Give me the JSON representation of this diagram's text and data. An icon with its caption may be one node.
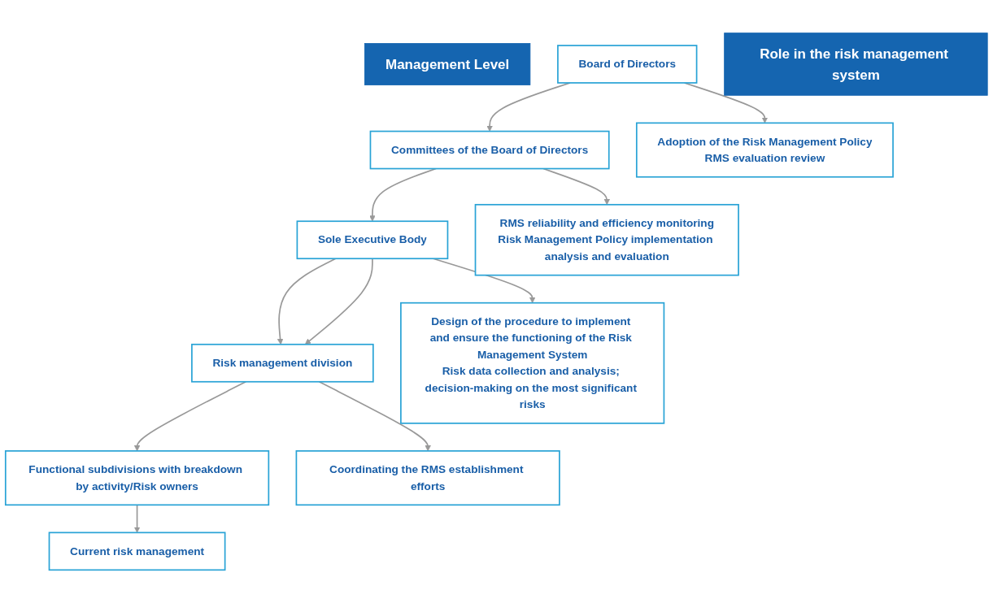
{
  "diagram": {
    "nodes": [
      {
        "text": [
          "Management Level"
        ]
      },
      {
        "text": [
          "Role in the risk management system"
        ]
      },
      {
        "text": [
          "Board of Directors"
        ]
      },
      {
        "text": [
          "Adoption of the Risk Management Policy",
          "RMS evaluation review"
        ]
      },
      {
        "text": [
          "Committees of the Board of Directors"
        ]
      },
      {
        "text": [
          "RMS reliability and efficiency monitoring",
          "Risk Management Policy implementation analysis and evaluation"
        ]
      },
      {
        "text": [
          "Sole Executive Body"
        ]
      },
      {
        "text": [
          "Design of the procedure to implement and ensure the functioning of the Risk Management System",
          "Risk data collection and analysis; decision-making on the most significant risks"
        ]
      },
      {
        "text": [
          "Risk management division"
        ]
      },
      {
        "text": [
          "Coordinating the RMS establishment efforts"
        ]
      },
      {
        "text": [
          "Functional subdivisions with breakdown by activity/Risk owners"
        ]
      },
      {
        "text": [
          "Current risk management"
        ]
      }
    ],
    "edges": [
      {
        "from": 2,
        "to": 3,
        "arrow": "to"
      },
      {
        "from": 2,
        "to": 4,
        "arrow": "to"
      },
      {
        "from": 4,
        "to": 5,
        "arrow": "to"
      },
      {
        "from": 4,
        "to": 6,
        "arrow": "to"
      },
      {
        "from": 6,
        "to": 7,
        "arrow": "to"
      },
      {
        "from": 6,
        "to": 8,
        "arrow": "to"
      },
      {
        "from": 6,
        "to": 8,
        "arrow": "to"
      },
      {
        "from": 8,
        "to": 9,
        "arrow": "to"
      },
      {
        "from": 8,
        "to": 10,
        "arrow": "to"
      },
      {
        "from": 10,
        "to": 11,
        "arrow": "to"
      }
    ]
  }
}
